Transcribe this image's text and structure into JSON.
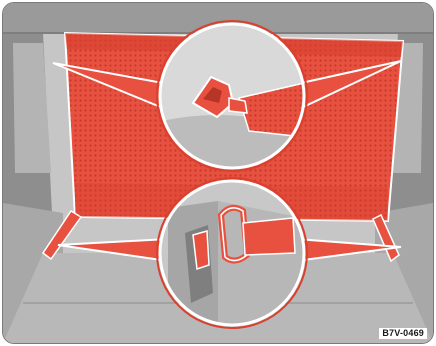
{
  "figure": {
    "code": "B7V-0469",
    "accent_color": "#e8513f",
    "callouts": [
      "upper-mount-detail",
      "lower-mount-detail"
    ]
  }
}
